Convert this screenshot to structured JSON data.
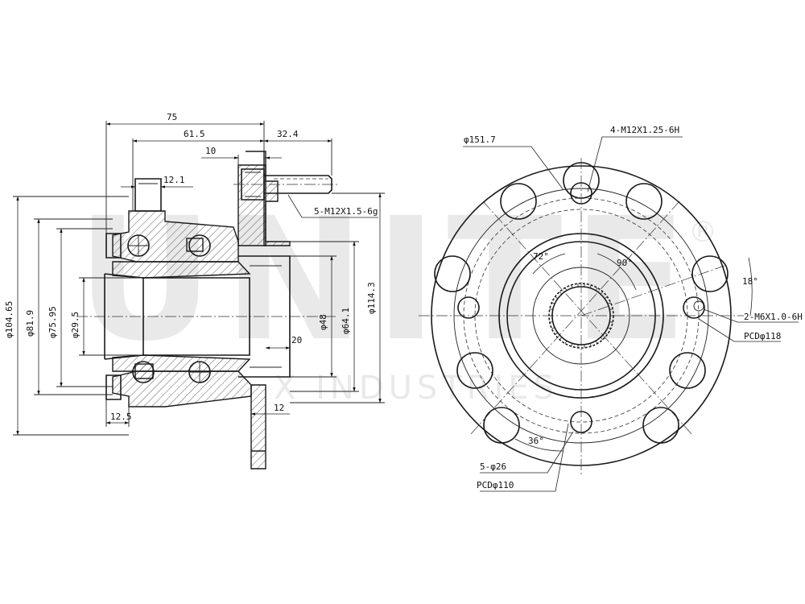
{
  "watermark": {
    "brand": "UNITE",
    "registered": "®",
    "sub": "X INDUSTRIES"
  },
  "side_view": {
    "dim_75": "75",
    "dim_61_5": "61.5",
    "dim_32_4": "32.4",
    "dim_10": "10",
    "dim_12_1": "12.1",
    "stud_thread": "5-M12X1.5-6g",
    "dia_104_65": "φ104.65",
    "dia_81_9": "φ81.9",
    "dia_75_95": "φ75.95",
    "dia_29_5": "φ29.5",
    "dia_48": "φ48",
    "dia_64_1": "φ64.1",
    "dia_114_3": "φ114.3",
    "dim_20": "20",
    "dim_12": "12",
    "dim_12_5": "12.5"
  },
  "front_view": {
    "dia_151_7": "φ151.7",
    "thread_4": "4-M12X1.25-6H",
    "angle_72": "72°",
    "angle_90": "90°",
    "angle_18": "18°",
    "thread_2": "2-M6X1.0-6H",
    "pcd_118": "PCDφ118",
    "angle_36": "36°",
    "holes_5": "5-φ26",
    "pcd_110": "PCDφ110"
  }
}
